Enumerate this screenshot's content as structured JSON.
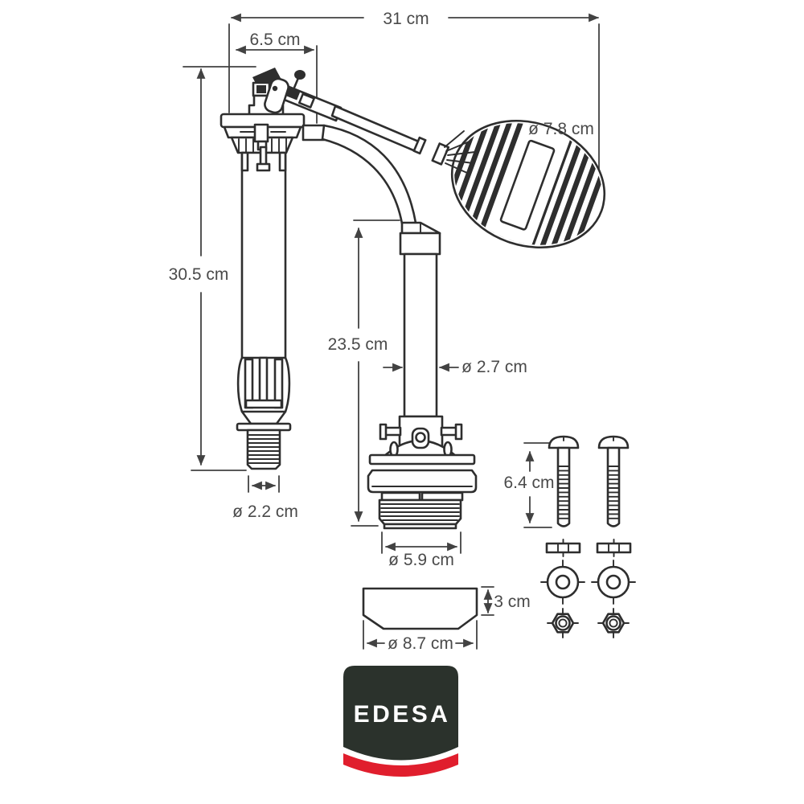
{
  "diagram": {
    "title_hidden": "",
    "dims": {
      "total_width": "31 cm",
      "valve_head_width": "6.5 cm",
      "float_diameter": "ø 7.8 cm",
      "fill_valve_height": "30.5 cm",
      "flush_valve_height": "23.5 cm",
      "overflow_tube_diameter": "ø 2.7 cm",
      "inlet_shank_diameter": "ø 2.2 cm",
      "outlet_thread_diameter": "ø 5.9 cm",
      "bolt_length": "6.4 cm",
      "gasket_thickness": "3 cm",
      "gasket_diameter": "ø 8.7 cm"
    }
  },
  "brand": {
    "name": "EDESA",
    "badge_color": "#2b322c",
    "ribbon_color": "#e01e2d",
    "text_color": "#ffffff"
  },
  "style": {
    "line_color": "#2e2e2e",
    "dim_color": "#4a4a4a",
    "background": "#ffffff"
  }
}
